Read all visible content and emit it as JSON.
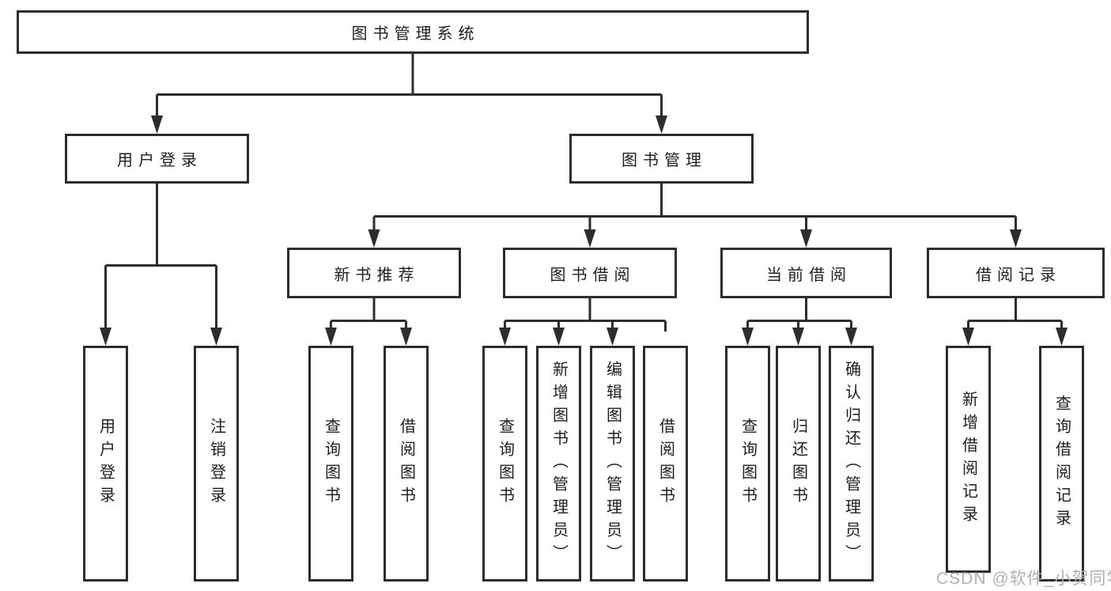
{
  "tree": {
    "root": {
      "label": "图书管理系统"
    },
    "children": [
      {
        "label": "用户登录",
        "children": [
          {
            "label": "用户登录"
          },
          {
            "label": "注销登录"
          }
        ]
      },
      {
        "label": "图书管理",
        "children": [
          {
            "label": "新书推荐",
            "children": [
              {
                "label": "查询图书"
              },
              {
                "label": "借阅图书"
              }
            ]
          },
          {
            "label": "图书借阅",
            "children": [
              {
                "label": "查询图书"
              },
              {
                "label": "新增图书（管理员）"
              },
              {
                "label": "编辑图书（管理员）"
              },
              {
                "label": "借阅图书"
              }
            ]
          },
          {
            "label": "当前借阅",
            "children": [
              {
                "label": "查询图书"
              },
              {
                "label": "归还图书"
              },
              {
                "label": "确认归还（管理员）"
              }
            ]
          },
          {
            "label": "借阅记录",
            "children": [
              {
                "label": "新增借阅记录"
              },
              {
                "label": "查询借阅记录"
              }
            ]
          }
        ]
      }
    ]
  },
  "watermark": {
    "text": "CSDN @软件_小贺同学"
  },
  "colors": {
    "line": "#2d2d2d",
    "box_border": "#2d2d2d",
    "text": "#1e1e1e",
    "watermark": "#b6aeae",
    "background": "#ffffff"
  }
}
